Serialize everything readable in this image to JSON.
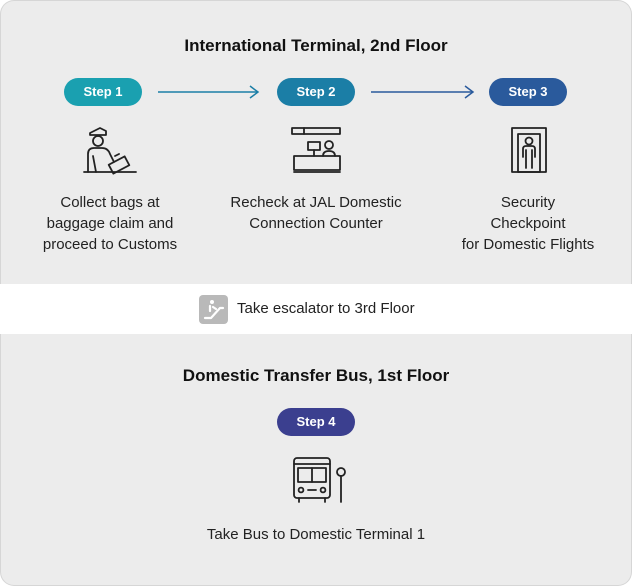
{
  "top_section": {
    "title": "International Terminal, 2nd Floor",
    "steps": [
      {
        "label": "Step 1",
        "color": "#1aa0b0",
        "caption": "Collect bags at\nbaggage claim and\nproceed to Customs",
        "icon": "baggage-claim-icon"
      },
      {
        "label": "Step 2",
        "color": "#1b7ea6",
        "caption": "Recheck at JAL Domestic\nConnection Counter",
        "icon": "check-in-counter-icon"
      },
      {
        "label": "Step 3",
        "color": "#2a5a9c",
        "caption": "Security\nCheckpoint\nfor Domestic Flights",
        "icon": "security-gate-icon"
      }
    ],
    "arrow_color": "#1b7ea6"
  },
  "transition": {
    "text": "Take escalator to 3rd Floor",
    "icon": "escalator-icon"
  },
  "bottom_section": {
    "title": "Domestic Transfer Bus, 1st Floor",
    "step": {
      "label": "Step 4",
      "color": "#3b3f8f",
      "caption": "Take Bus to Domestic Terminal 1",
      "icon": "bus-stop-icon"
    }
  }
}
